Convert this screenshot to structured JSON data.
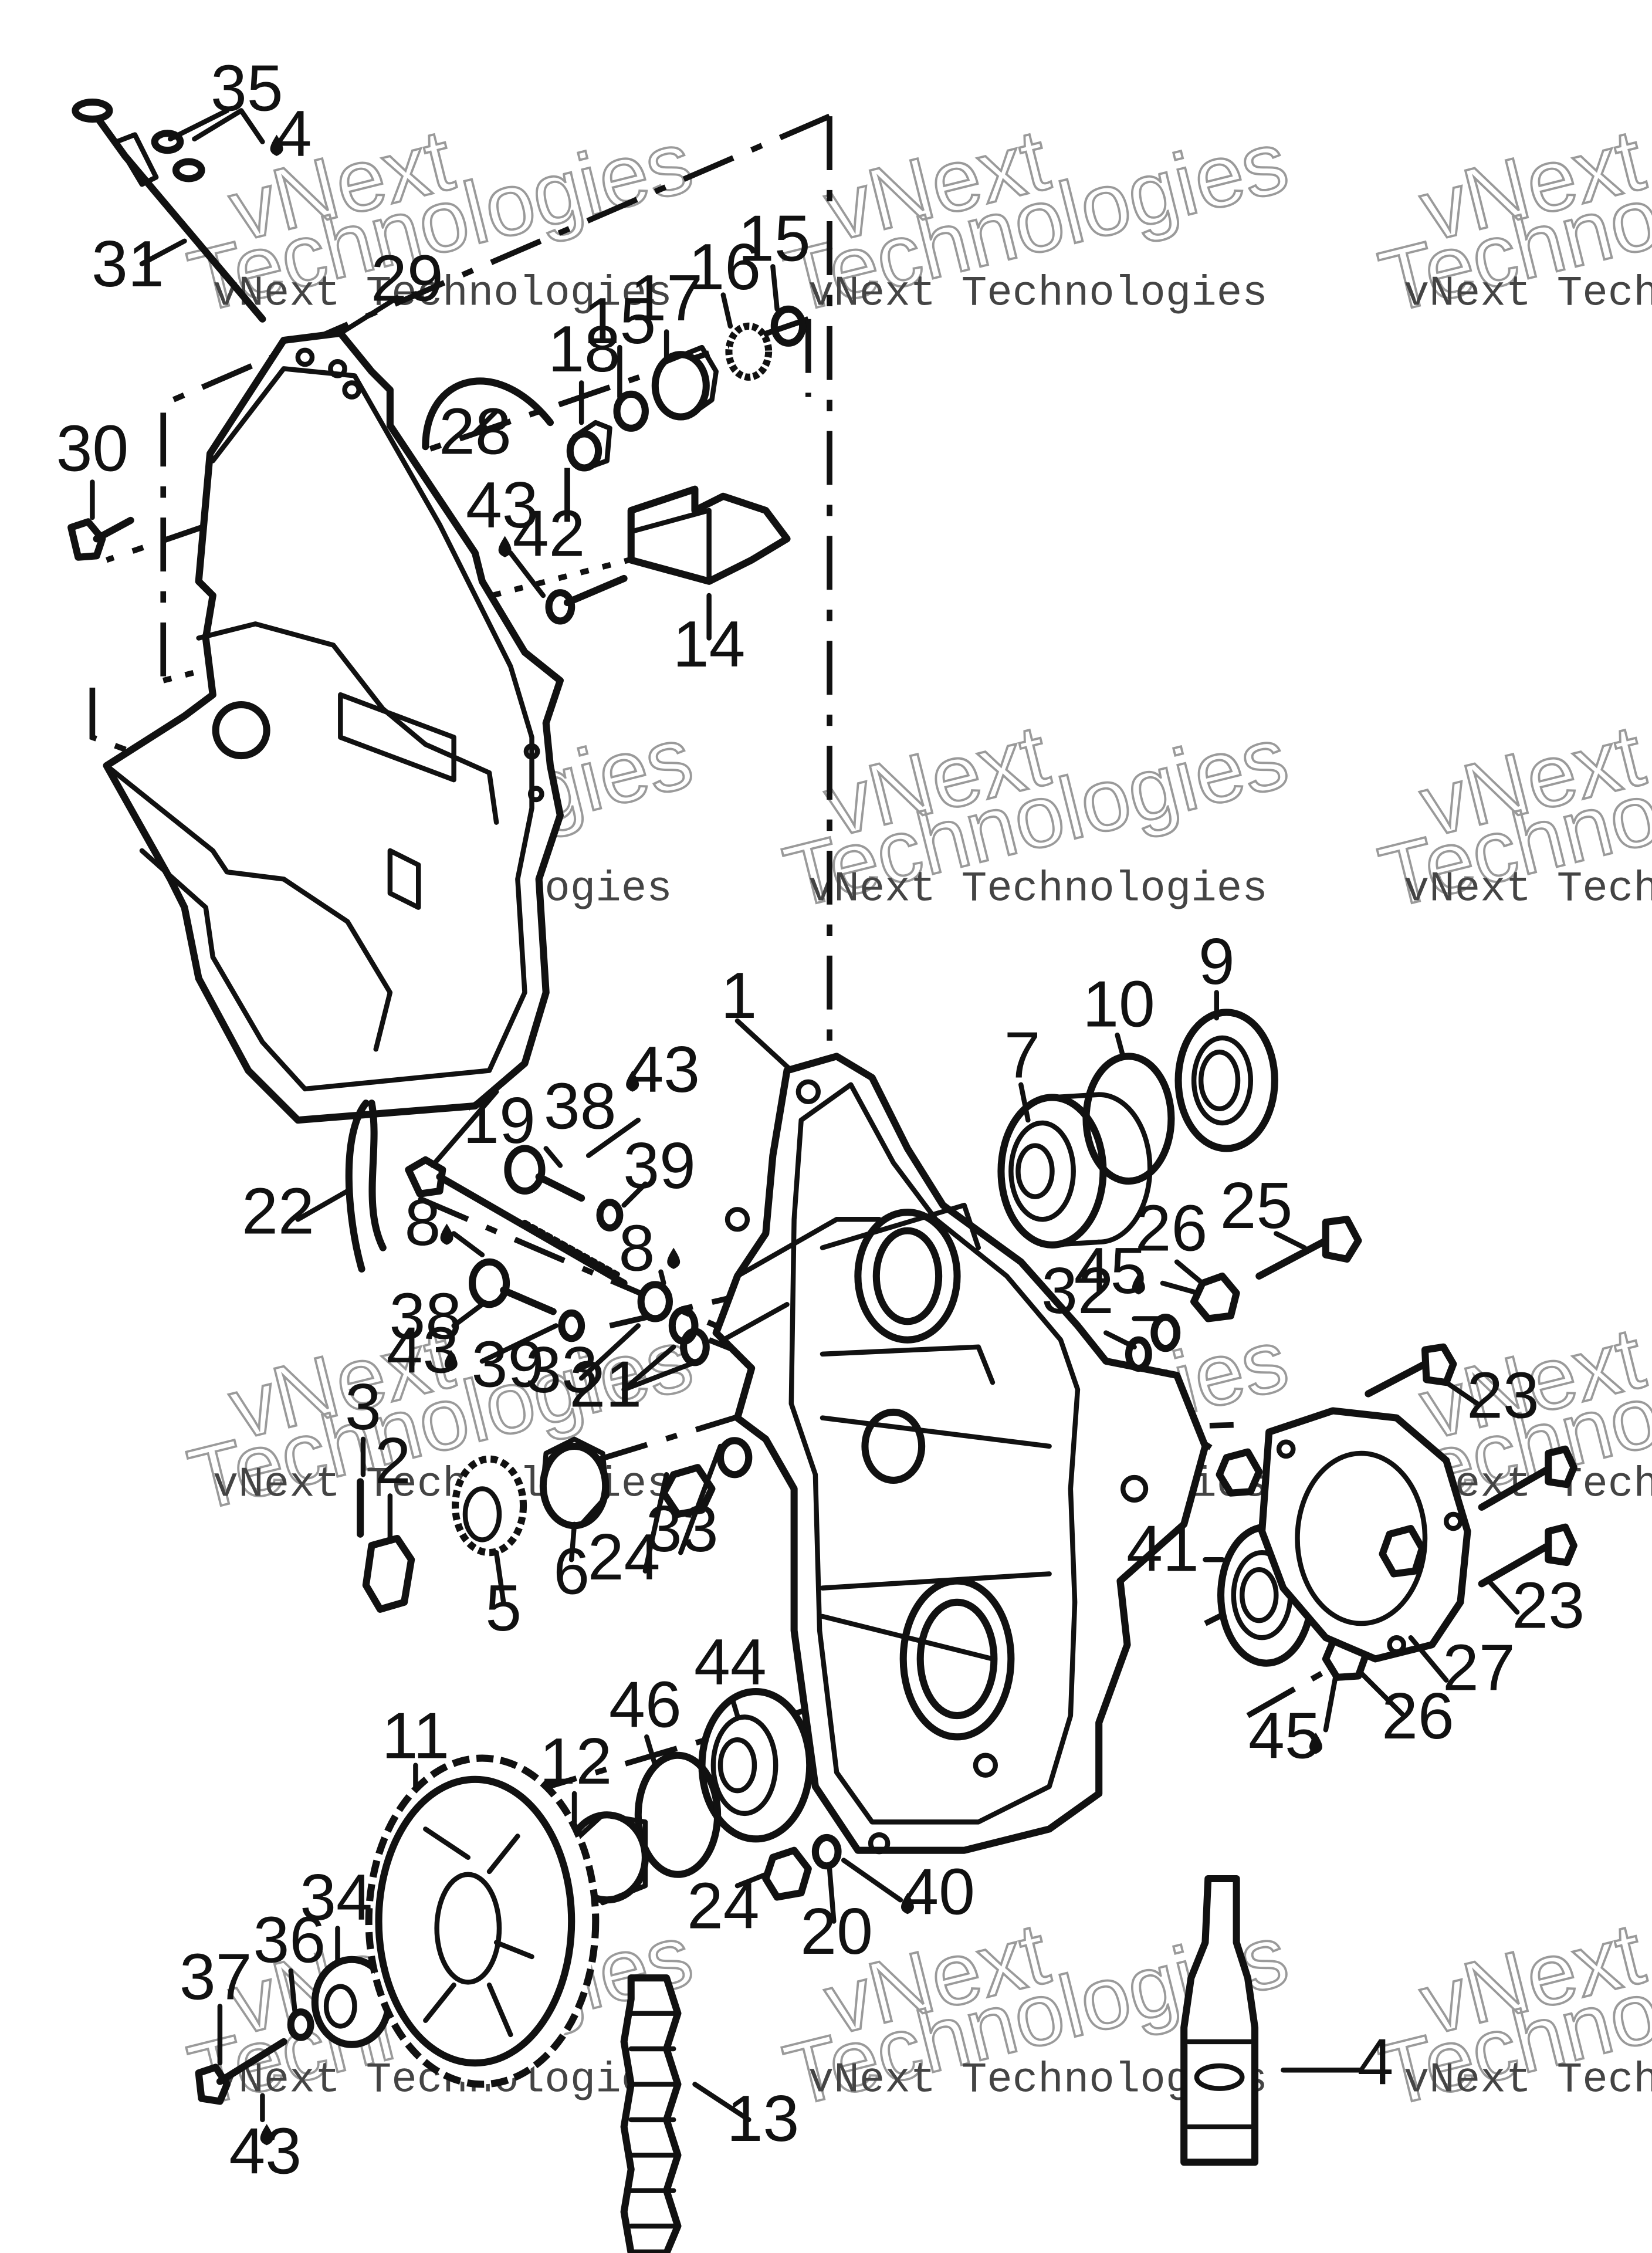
{
  "watermark": {
    "line1": "vNext",
    "line2": "Technologies",
    "small": "vNext Technologies"
  },
  "callouts": {
    "c1": "1",
    "c2": "2",
    "c3": "3",
    "c4a": "4",
    "c4b": "4",
    "c5": "5",
    "c6": "6",
    "c7": "7",
    "c8a": "8",
    "c8b": "8",
    "c9": "9",
    "c10": "10",
    "c11": "11",
    "c12": "12",
    "c13": "13",
    "c14": "14",
    "c15a": "15",
    "c15b": "15",
    "c16": "16",
    "c17": "17",
    "c18": "18",
    "c19": "19",
    "c20": "20",
    "c21": "21",
    "c22": "22",
    "c23a": "23",
    "c23b": "23",
    "c24a": "24",
    "c24b": "24",
    "c25": "25",
    "c26a": "26",
    "c26b": "26",
    "c27": "27",
    "c28": "28",
    "c29": "29",
    "c30": "30",
    "c31": "31",
    "c32": "32",
    "c33a": "33",
    "c33b": "33",
    "c34": "34",
    "c35": "35",
    "c36": "36",
    "c37": "37",
    "c38a": "38",
    "c38b": "38",
    "c39a": "39",
    "c39b": "39",
    "c40": "40",
    "c41": "41",
    "c42": "42",
    "c43a": "43",
    "c43b": "43",
    "c43c": "43",
    "c43d": "43",
    "c44": "44",
    "c45a": "45",
    "c45b": "45",
    "c46": "46"
  },
  "icons": {
    "drop": "oil-drop-icon"
  }
}
